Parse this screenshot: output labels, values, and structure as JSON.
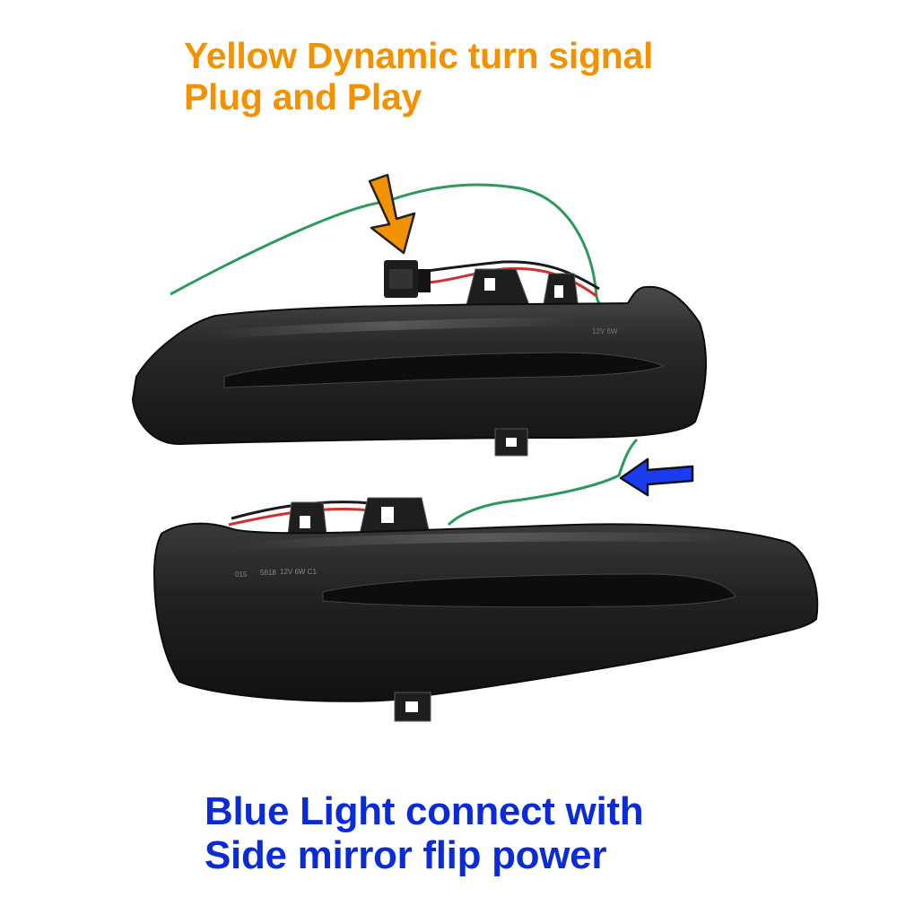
{
  "top_caption": {
    "line1": "Yellow Dynamic turn signal",
    "line2": "Plug and Play",
    "color": "#f39200"
  },
  "bottom_caption": {
    "line1": "Blue Light connect with",
    "line2": "Side mirror flip power",
    "color": "#0a2bd6"
  },
  "lens_markings": {
    "upper": "12V 6W",
    "lower_left": "015",
    "lower_mid": "5618",
    "lower_right": "12V 6W C1"
  },
  "colors": {
    "orange_arrow": "#f39200",
    "blue_arrow": "#1a3cf0",
    "lens_body": "#2b2b2b",
    "green_wire": "#2e9a5a",
    "red_wire": "#d23030"
  },
  "icons": {
    "arrow_down": "orange-arrow-down-icon",
    "arrow_left": "blue-arrow-left-icon"
  }
}
